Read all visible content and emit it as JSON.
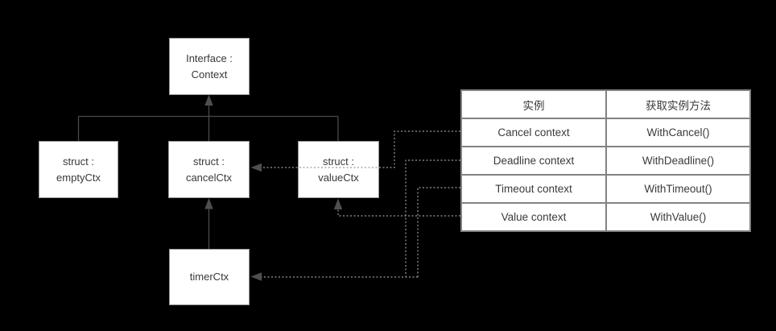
{
  "canvas": {
    "background": "#000000"
  },
  "colors": {
    "box_fill": "#ffffff",
    "box_border": "#9a9a9a",
    "box_text": "#383838",
    "solid_line": "#4a4a4a",
    "dotted_line": "#9b9b9b",
    "arrowhead": "#4f4f4f",
    "table_border": "#828282",
    "table_text": "#3a3a3a"
  },
  "nodes": {
    "interface_context": {
      "line1": "Interface :",
      "line2": "Context"
    },
    "empty_ctx": {
      "line1": "struct :",
      "line2": "emptyCtx"
    },
    "cancel_ctx": {
      "line1": "struct :",
      "line2": "cancelCtx"
    },
    "value_ctx": {
      "line1": "struct :",
      "line2": "valueCtx"
    },
    "timer_ctx": {
      "label": "timerCtx"
    }
  },
  "table": {
    "headers": [
      "实例",
      "获取实例方法"
    ],
    "rows": [
      {
        "instance": "Cancel context",
        "method": "WithCancel()"
      },
      {
        "instance": "Deadline context",
        "method": "WithDeadline()"
      },
      {
        "instance": "Timeout context",
        "method": "WithTimeout()"
      },
      {
        "instance": "Value context",
        "method": "WithValue()"
      }
    ]
  },
  "relations": {
    "tree": "emptyCtx, cancelCtx, valueCtx -> Interface : Context",
    "timer_parent": "timerCtx -> cancelCtx",
    "cancel_row_target": "Cancel context -> cancelCtx",
    "deadline_row_target": "Deadline context -> timerCtx",
    "timeout_row_target": "Timeout context -> timerCtx",
    "value_row_target": "Value context -> valueCtx"
  }
}
